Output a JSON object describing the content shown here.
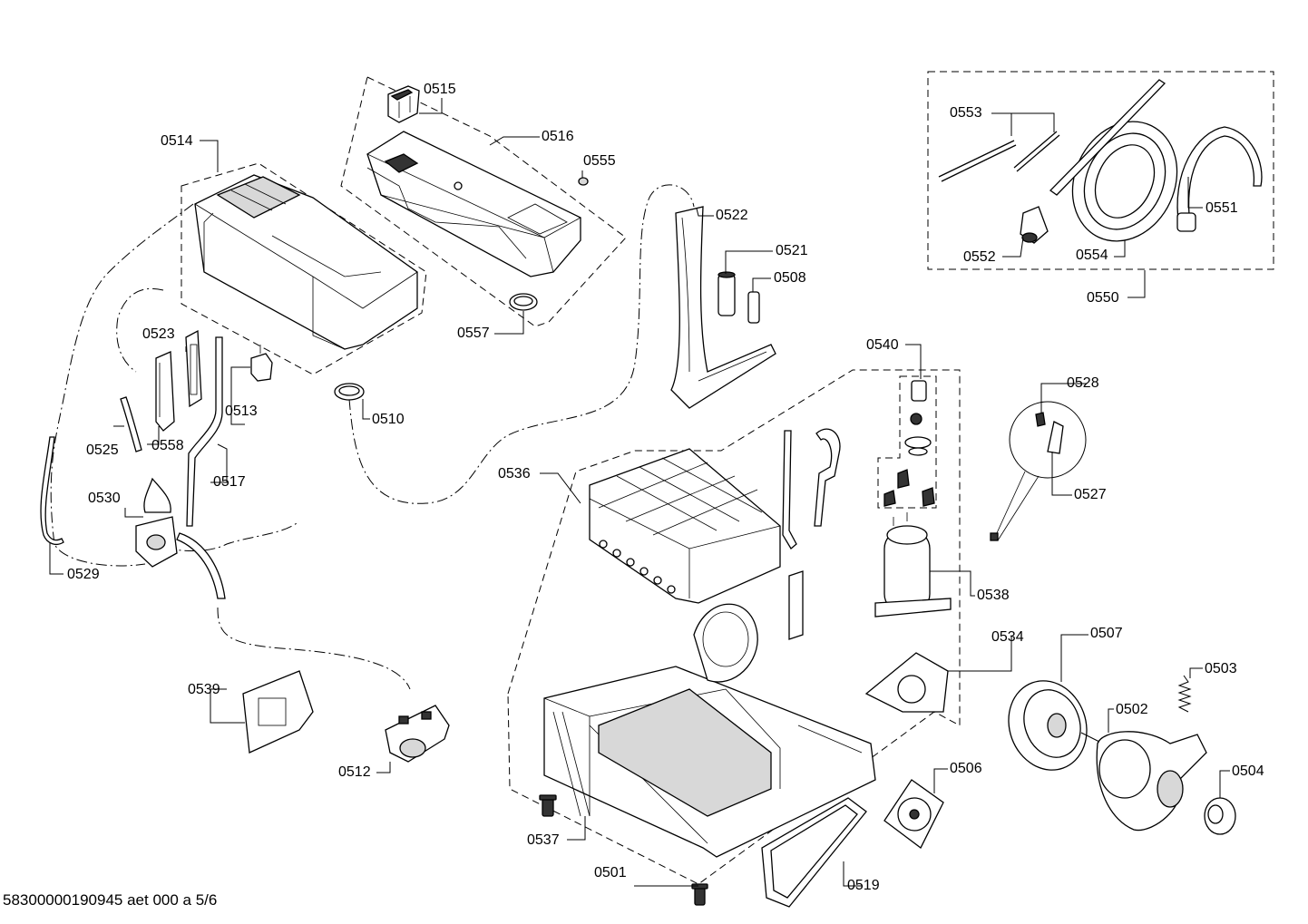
{
  "footer": {
    "code": "58300000190945 aet 000 a 5/6"
  },
  "labels": {
    "p0501": "0501",
    "p0502": "0502",
    "p0503": "0503",
    "p0504": "0504",
    "p0506": "0506",
    "p0507": "0507",
    "p0508": "0508",
    "p0510": "0510",
    "p0512": "0512",
    "p0513": "0513",
    "p0514": "0514",
    "p0515": "0515",
    "p0516": "0516",
    "p0517": "0517",
    "p0519": "0519",
    "p0521": "0521",
    "p0522": "0522",
    "p0523": "0523",
    "p0525": "0525",
    "p0527": "0527",
    "p0528": "0528",
    "p0529": "0529",
    "p0530": "0530",
    "p0534": "0534",
    "p0536": "0536",
    "p0537": "0537",
    "p0538": "0538",
    "p0539": "0539",
    "p0540": "0540",
    "p0550": "0550",
    "p0551": "0551",
    "p0552": "0552",
    "p0553": "0553",
    "p0554": "0554",
    "p0555": "0555",
    "p0557": "0557",
    "p0558": "0558"
  }
}
